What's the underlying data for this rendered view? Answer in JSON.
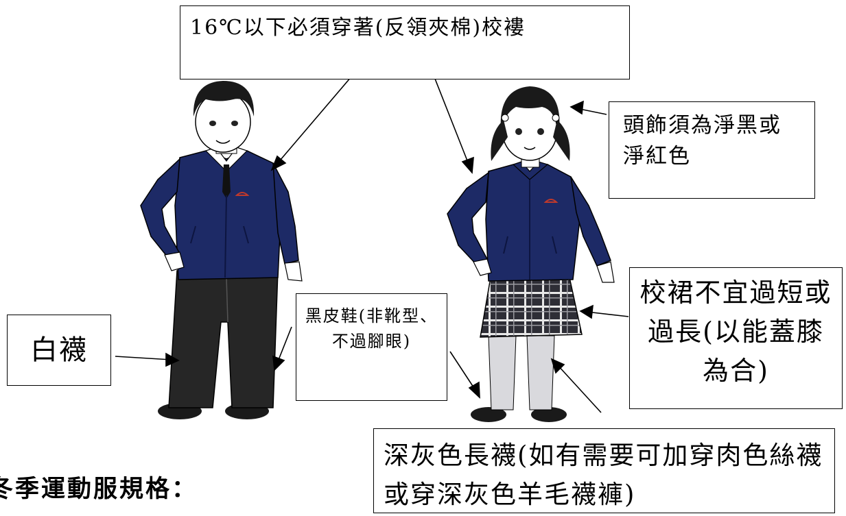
{
  "labels": {
    "jacket": "16℃以下必須穿著(反領夾棉)校褸",
    "headwear": "頭飾須為淨黑或淨紅色",
    "skirt": "校裙不宜過短或過長(以能蓋膝為合)",
    "shoes": "黑皮鞋(非靴型、不過腳眼)",
    "white_socks": "白襪",
    "grey_socks": "深灰色長襪(如有需要可加穿肉色絲襪或穿深灰色羊毛襪褲)"
  },
  "section_heading": "冬季運動服規格：",
  "colors": {
    "jacket": "#1d2a66",
    "trousers": "#262626",
    "skirt_plaid": "#3a3a42",
    "grey_socks": "#d9d9dd",
    "hair": "#1a1a1a",
    "skin": "#ffffff"
  },
  "icons": [
    "boy-figure",
    "girl-figure"
  ]
}
